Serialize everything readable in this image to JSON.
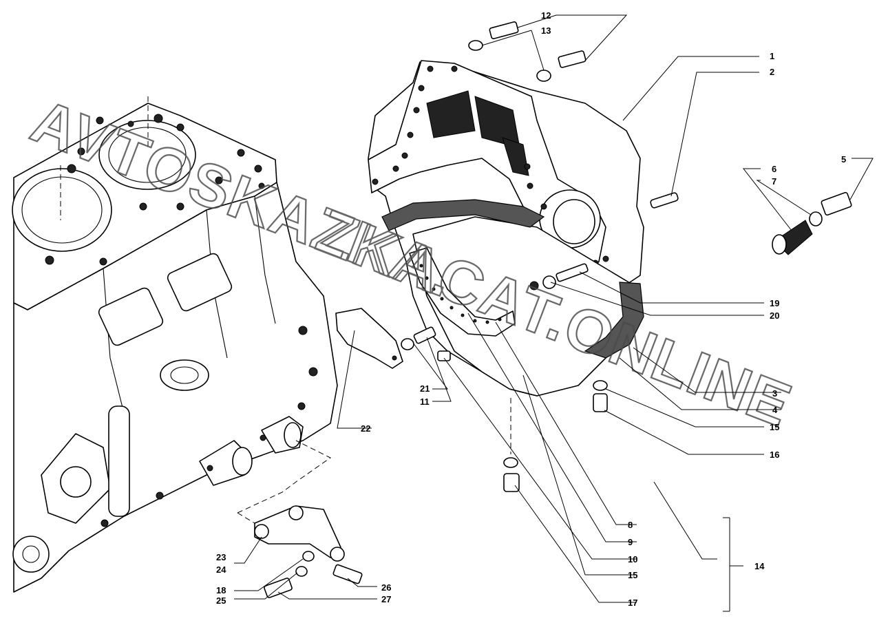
{
  "watermark": {
    "line1": "AVTOSKAZKA.",
    "line2": "ZKACAT.ONLINE"
  },
  "labels": [
    "1",
    "2",
    "3",
    "4",
    "5",
    "6",
    "7",
    "8",
    "9",
    "10",
    "11",
    "12",
    "13",
    "14",
    "15",
    "15",
    "16",
    "17",
    "18",
    "19",
    "20",
    "21",
    "22",
    "23",
    "24",
    "25",
    "26",
    "27"
  ]
}
